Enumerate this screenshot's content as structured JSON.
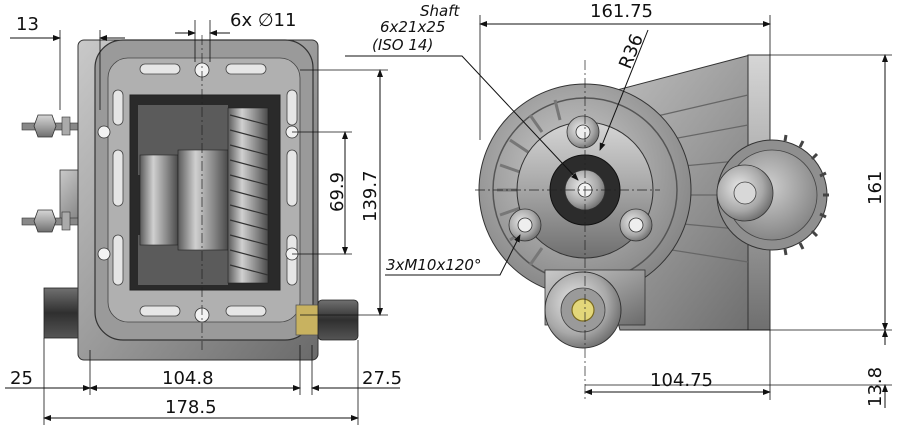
{
  "dimensions": {
    "top_left_13": "13",
    "holes": "6x ∅11",
    "width_161_75": "161.75",
    "height_69_9": "69.9",
    "height_139_7": "139.7",
    "height_161": "161",
    "radius": "R36",
    "bottom_25": "25",
    "bottom_104_8": "104.8",
    "bottom_27_5": "27.5",
    "bottom_178_5": "178.5",
    "bottom_104_75": "104.75",
    "bottom_13_8": "13.8"
  },
  "notes": {
    "shaft_line1": "Shaft",
    "shaft_line2": "6x21x25",
    "shaft_line3": "(ISO 14)",
    "bolts": "3xM10x120°"
  }
}
